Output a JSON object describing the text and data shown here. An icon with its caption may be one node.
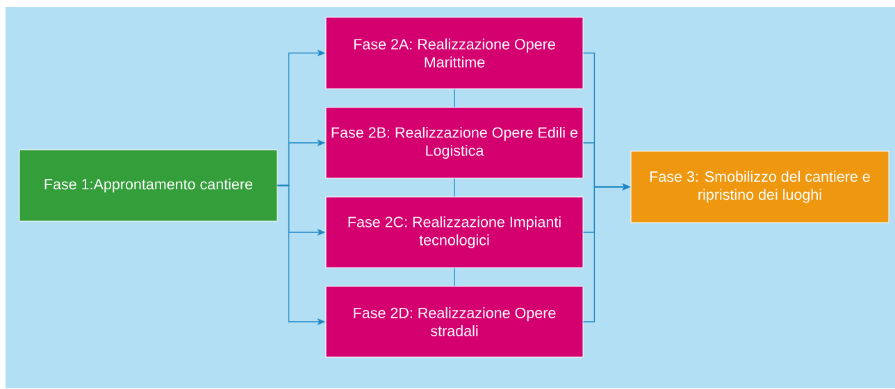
{
  "diagram": {
    "nodes": [
      {
        "text": [
          "Fase 1:Approntamento cantiere"
        ]
      },
      {
        "text": [
          "Fase 2A: Realizzazione Opere Marittime"
        ]
      },
      {
        "text": [
          "Fase 2B: Realizzazione Opere Edili e Logistica"
        ]
      },
      {
        "text": [
          "Fase 2C: Realizzazione Impianti tecnologici"
        ]
      },
      {
        "text": [
          "Fase 2D: Realizzazione Opere stradali"
        ]
      },
      {
        "text": [
          "Fase 3: Smobilizzo del cantiere e ripristino dei luoghi"
        ]
      }
    ],
    "edges": [
      {
        "from": 0,
        "to": 1,
        "arrow": "to"
      },
      {
        "from": 0,
        "to": 2,
        "arrow": "to"
      },
      {
        "from": 0,
        "to": 3,
        "arrow": "to"
      },
      {
        "from": 0,
        "to": 4,
        "arrow": "to"
      },
      {
        "from": 1,
        "to": 2,
        "arrow": "none"
      },
      {
        "from": 2,
        "to": 3,
        "arrow": "none"
      },
      {
        "from": 3,
        "to": 4,
        "arrow": "none"
      },
      {
        "from": 1,
        "to": 5,
        "arrow": "to"
      },
      {
        "from": 2,
        "to": 5,
        "arrow": "to"
      },
      {
        "from": 3,
        "to": 5,
        "arrow": "to"
      },
      {
        "from": 4,
        "to": 5,
        "arrow": "to"
      }
    ]
  }
}
